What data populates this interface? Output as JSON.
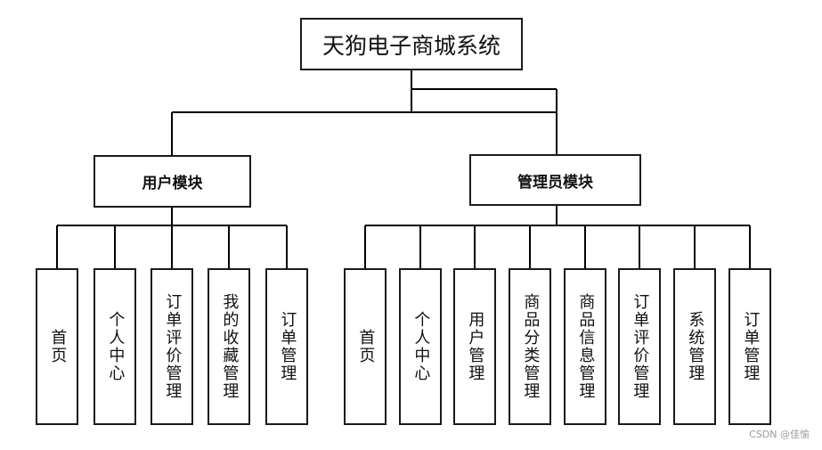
{
  "root": {
    "label": "天狗电子商城系统"
  },
  "modules": [
    {
      "label": "用户模块",
      "children": [
        "首页",
        "个人中心",
        "订单评价管理",
        "我的收藏管理",
        "订单管理"
      ]
    },
    {
      "label": "管理员模块",
      "children": [
        "首页",
        "个人中心",
        "用户管理",
        "商品分类管理",
        "商品信息管理",
        "订单评价管理",
        "系统管理",
        "订单管理"
      ]
    }
  ],
  "watermark": "CSDN @佳愉"
}
